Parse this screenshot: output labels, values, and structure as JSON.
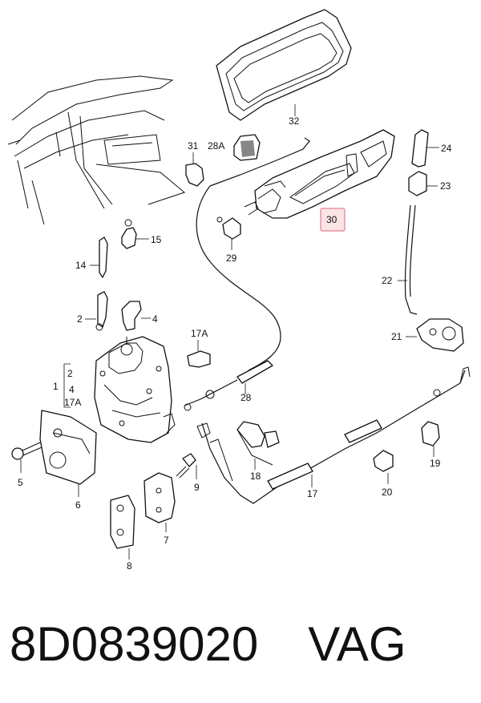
{
  "callouts": {
    "c32": "32",
    "c31": "31",
    "c28A": "28A",
    "c24": "24",
    "c23": "23",
    "c30": "30",
    "c29": "29",
    "c15": "15",
    "c14": "14",
    "c22": "22",
    "c2": "2",
    "c4": "4",
    "c17A": "17A",
    "c21": "21",
    "g1": "1",
    "g2": "2",
    "g4": "4",
    "g17A": "17A",
    "c28": "28",
    "c5": "5",
    "c6": "6",
    "c9": "9",
    "c18": "18",
    "c19": "19",
    "c17": "17",
    "c20": "20",
    "c7": "7",
    "c8": "8"
  },
  "highlight": {
    "color": "#e2818f"
  },
  "footer": {
    "part_number": "8D0839020",
    "brand": "VAG"
  }
}
